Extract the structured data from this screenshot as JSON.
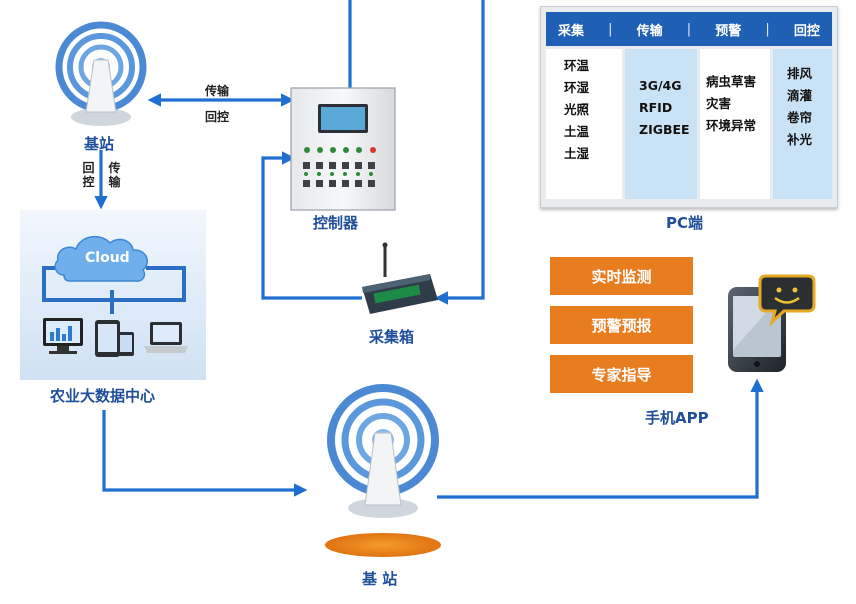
{
  "labels": {
    "base_station_top": "基站",
    "base_station_bottom": "基 站",
    "transmit": "传输",
    "return_control": "回控",
    "vertical_return": "回控",
    "vertical_transmit": "传输",
    "controller": "控制器",
    "collection_box": "采集箱",
    "data_center": "农业大数据中心",
    "cloud": "Cloud",
    "pc": "PC端",
    "mobile_app": "手机APP"
  },
  "pc_panel": {
    "headers": [
      "采集",
      "传输",
      "预警",
      "回控"
    ],
    "collect": [
      "环温",
      "环湿",
      "光照",
      "土温",
      "土湿"
    ],
    "transmit": [
      "3G/4G",
      "RFID",
      "ZIGBEE"
    ],
    "warning": [
      "病虫草害",
      "灾害",
      "环境异常"
    ],
    "control": [
      "排风",
      "滴灌",
      "卷帘",
      "补光"
    ]
  },
  "app_buttons": [
    "实时监测",
    "预警预报",
    "专家指导"
  ],
  "colors": {
    "arrow": "#1e6fd0",
    "label_blue": "#1f4f9a",
    "orange": "#e87d1f",
    "pc_header": "#1f60b4"
  }
}
